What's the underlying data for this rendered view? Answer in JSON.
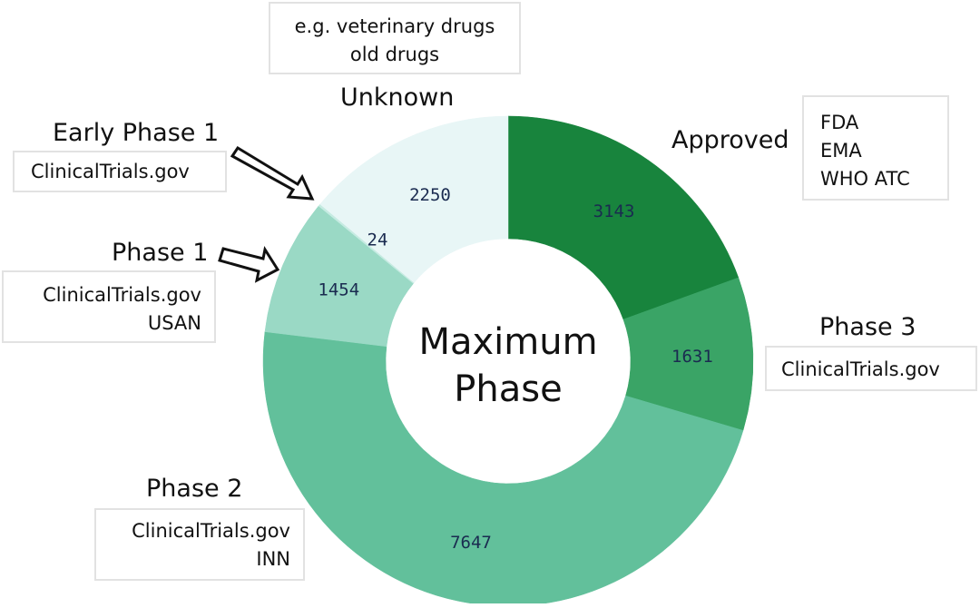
{
  "chart_data": {
    "type": "pie",
    "center_label": [
      "Maximum",
      "Phase"
    ],
    "slices": [
      {
        "category": "Approved",
        "value": 3143,
        "color": "#18843d",
        "sources": [
          "FDA",
          "EMA",
          "WHO ATC"
        ]
      },
      {
        "category": "Phase 3",
        "value": 1631,
        "color": "#3aa466",
        "sources": [
          "ClinicalTrials.gov"
        ]
      },
      {
        "category": "Phase 2",
        "value": 7647,
        "color": "#62c09b",
        "sources": [
          "ClinicalTrials.gov",
          "INN"
        ]
      },
      {
        "category": "Phase 1",
        "value": 1454,
        "color": "#9ad9c5",
        "sources": [
          "ClinicalTrials.gov",
          "USAN"
        ]
      },
      {
        "category": "Early Phase 1",
        "value": 24,
        "color": "#c6ebe2",
        "sources": [
          "ClinicalTrials.gov"
        ]
      },
      {
        "category": "Unknown",
        "value": 2250,
        "color": "#e8f6f6",
        "sources": [
          "e.g. veterinary drugs",
          "old drugs"
        ]
      }
    ]
  }
}
